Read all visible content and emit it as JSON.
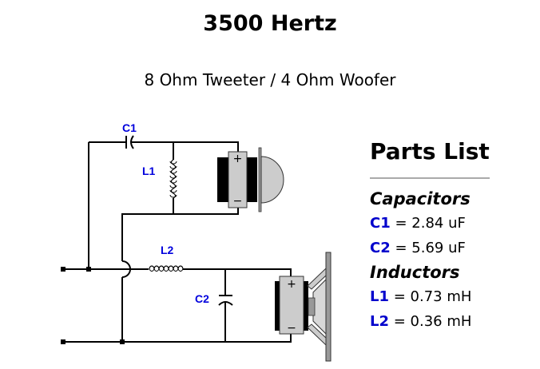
{
  "header": {
    "title": "3500 Hertz",
    "subtitle": "8 Ohm Tweeter / 4 Ohm Woofer"
  },
  "schematic": {
    "labels": {
      "c1": "C1",
      "l1": "L1",
      "l2": "L2",
      "c2": "C2"
    },
    "tweeter": {
      "plus": "+",
      "minus": "−"
    },
    "woofer": {
      "plus": "+",
      "minus": "−"
    },
    "colors": {
      "wire": "#000000",
      "label": "#0000dd",
      "driver_body": "#cccccc",
      "magnet": "#000000"
    }
  },
  "parts_list": {
    "title": "Parts List",
    "capacitors_heading": "Capacitors",
    "capacitors": [
      {
        "id": "C1",
        "value": "= 2.84 uF"
      },
      {
        "id": "C2",
        "value": "= 5.69 uF"
      }
    ],
    "inductors_heading": "Inductors",
    "inductors": [
      {
        "id": "L1",
        "value": "= 0.73 mH"
      },
      {
        "id": "L2",
        "value": "= 0.36 mH"
      }
    ]
  }
}
